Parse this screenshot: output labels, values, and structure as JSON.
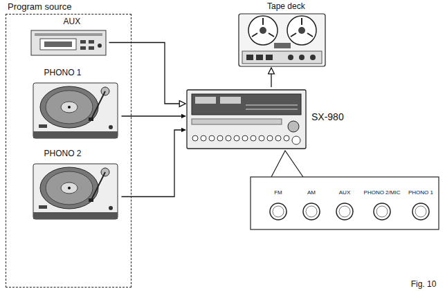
{
  "diagram": {
    "nodes": [
      {
        "text": [
          "Program source"
        ]
      },
      {
        "text": [
          "AUX"
        ],
        "in": 0
      },
      {
        "text": [
          "PHONO 1"
        ],
        "in": 0
      },
      {
        "text": [
          "PHONO 2"
        ],
        "in": 0
      },
      {
        "text": [
          "Tape deck"
        ]
      },
      {
        "text": [
          "SX-980"
        ]
      }
    ],
    "edges": [
      {
        "from": 1,
        "to": 5,
        "arrow": "to"
      },
      {
        "from": 2,
        "to": 5,
        "arrow": "to"
      },
      {
        "from": 3,
        "to": 5,
        "arrow": "to"
      },
      {
        "from": 5,
        "to": 4,
        "arrow": "to"
      }
    ],
    "labels": [
      "FM",
      "AM",
      "AUX",
      "PHONO 2/MIC",
      "PHONO 1",
      "Fig. 10"
    ]
  }
}
